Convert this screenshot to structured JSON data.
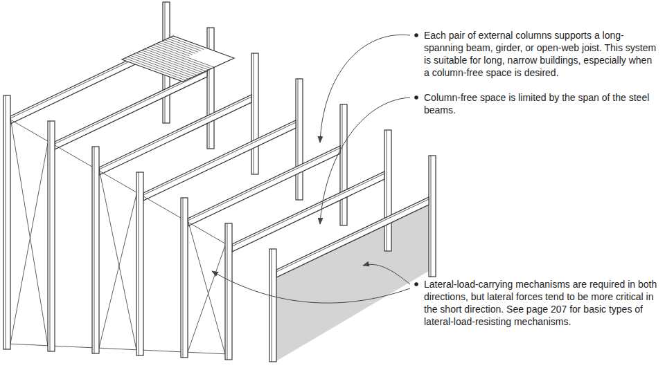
{
  "diagram": {
    "labels": [
      "Each pair of external columns supports a long-spanning beam, girder, or open-web joist. This system is suitable for long, narrow buildings, especially when a column-free space is desired.",
      "Column-free space is limited by the span of the steel beams.",
      "Lateral-load-carrying mechanisms are required in both directions, but lateral forces tend to be more critical in the short direction. See page 207 for basic types of lateral-load-resisting mechanisms."
    ]
  }
}
